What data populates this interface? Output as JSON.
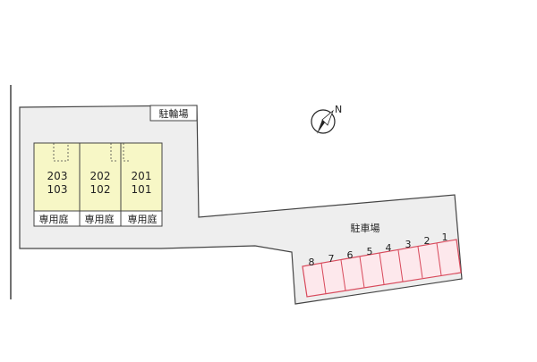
{
  "colors": {
    "lot_fill": "#eeeeee",
    "outline": "#444444",
    "building_fill": "#f7f7c6",
    "stall_fill": "#fde8ec",
    "stall_stroke": "#d84a5c"
  },
  "labels": {
    "bicycle_parking": "駐輪場",
    "car_parking": "駐車場",
    "north": "N"
  },
  "units": [
    {
      "upper": "203",
      "lower": "103",
      "garden": "専用庭"
    },
    {
      "upper": "202",
      "lower": "102",
      "garden": "専用庭"
    },
    {
      "upper": "201",
      "lower": "101",
      "garden": "専用庭"
    }
  ],
  "parking_stalls": [
    "8",
    "7",
    "6",
    "5",
    "4",
    "3",
    "2",
    "1"
  ],
  "icons": {
    "compass": "north-arrow-icon"
  }
}
